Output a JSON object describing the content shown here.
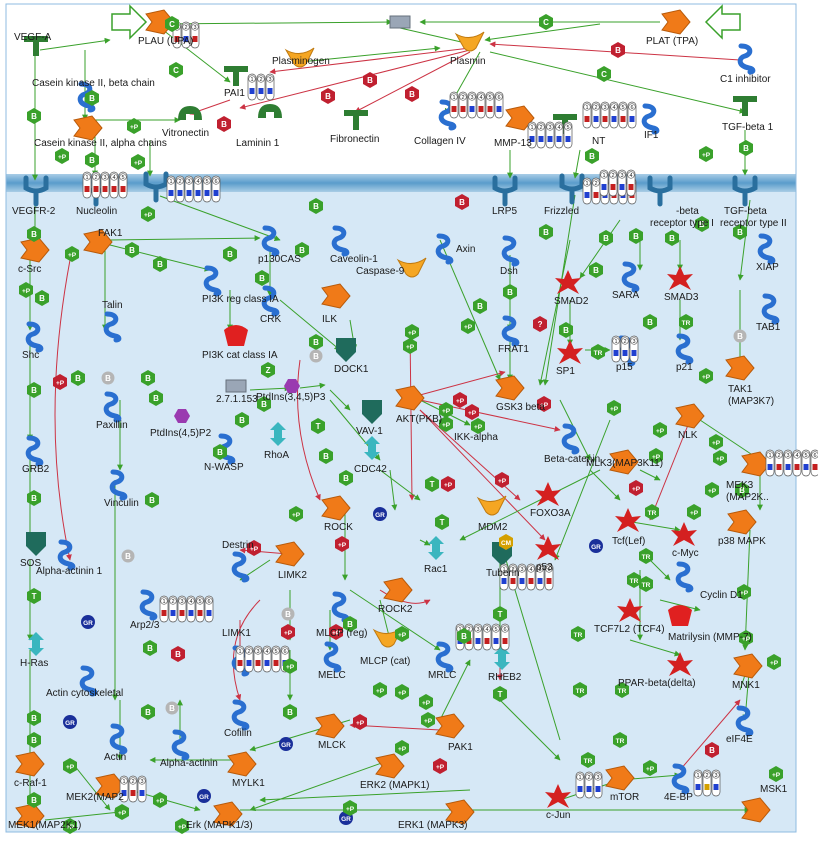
{
  "labels": {
    "plau": "PLAU (UPA)",
    "plat": "PLAT (TPA)",
    "plasmin": "Plasmin",
    "vegfa": "VEGF-A",
    "ck2_beta": "Casein kinase II, beta chain",
    "ck2_alpha": "Casein kinase II, alpha chains",
    "pai1": "PAI1",
    "plasminogen": "Plasminogen",
    "c1inh": "C1 inhibitor",
    "vitronectin": "Vitronectin",
    "laminin": "Laminin 1",
    "fibronectin": "Fibronectin",
    "collagen": "Collagen IV",
    "mmp13": "MMP-13",
    "wnt": "NT",
    "if1": "IF1",
    "tgfb1": "TGF-beta 1",
    "vegfr2": "VEGFR-2",
    "nucleolin": "Nucleolin",
    "lrp5": "LRP5",
    "frizzled": "Frizzled",
    "tgfbr1a": "-beta",
    "tgfbr1b": "receptor type I",
    "tgfbr2a": "TGF-beta",
    "tgfbr2b": "receptor type II",
    "fak1": "FAK1",
    "csrc": "c-Src",
    "p130cas": "p130CAS",
    "caveolin": "Caveolin-1",
    "pi3kreg": "PI3K reg class IA",
    "crk": "CRK",
    "ilk": "ILK",
    "pi3kcat": "PI3K cat class IA",
    "caspase9": "Caspase-9",
    "axin": "Axin",
    "dsh": "Dsh",
    "frat1": "FRAT1",
    "smad2": "SMAD2",
    "sara": "SARA",
    "smad3": "SMAD3",
    "xiap": "XIAP",
    "tab1": "TAB1",
    "sp1": "SP1",
    "p15": "p15",
    "p21": "p21",
    "tak1a": "TAK1",
    "tak1b": "(MAP3K7)",
    "shc": "Shc",
    "talin": "Talin",
    "dock1": "DOCK1",
    "ec2711153": "2.7.1.153",
    "pip3": "PtdIns(3,4,5)P3",
    "akt": "AKT(PKB)",
    "gsk3b": "GSK3 beta",
    "paxillin": "Paxillin",
    "pip2": "PtdIns(4,5)P2",
    "vav1": "VAV-1",
    "ikka": "IKK-alpha",
    "rhoa": "RhoA",
    "nlk": "NLK",
    "mlk3": "MLK3(MAP3K11)",
    "betacat": "Beta-catenin",
    "grb2": "GRB2",
    "nwasp": "N-WASP",
    "cdc42": "CDC42",
    "mek3a": "MEK3",
    "mek3b": "(MAP2K..",
    "vinculin": "Vinculin",
    "mdm2": "MDM2",
    "foxo3a": "FOXO3A",
    "p38": "p38 MAPK",
    "rock": "ROCK",
    "destrin": "Destrin",
    "limk2": "LIMK2",
    "sos": "SOS",
    "alphaact1": "Alpha-actinin 1",
    "tcflef": "Tcf(Lef)",
    "cmyc": "c-Myc",
    "rac1": "Rac1",
    "p53": "p53",
    "tuberin": "Tuberin",
    "arp23": "Arp2/3",
    "rock2": "ROCK2",
    "mlcpreg": "MLCP (reg)",
    "cyclind1": "Cyclin D1",
    "tcf7l2": "TCF7L2 (TCF4)",
    "matrilysin": "Matrilysin (MMP-7)",
    "hras": "H-Ras",
    "mlcpcat": "MLCP (cat)",
    "melc": "MELC",
    "mrlc": "MRLC",
    "rheb2": "RHEB2",
    "limk1": "LIMK1",
    "ppar": "PPAR-beta(delta)",
    "mnk1": "MNK1",
    "actincyto": "Actin cytoskeletal",
    "cofilin": "Cofilin",
    "pak1": "PAK1",
    "mlck": "MLCK",
    "eif4e": "eIF4E",
    "craf1": "c-Raf-1",
    "actin": "Actin",
    "alphaact": "Alpha-actinin",
    "mylk1": "MYLK1",
    "erk2": "ERK2 (MAPK1)",
    "mek2": "MEK2(MAP2",
    "cjun": "c-Jun",
    "mtor": "mTOR",
    "ebp4": "4E-BP",
    "msk1": "MSK1",
    "mek1": "MEK1(MAP2K1)",
    "erk": "Erk (MAPK1/3)",
    "erk1": "ERK1 (MAPK3)"
  },
  "badge_text": {
    "binding": "B",
    "phos": "+P",
    "cleave": "C",
    "transcr": "TR",
    "unknown": "?",
    "tech": "T",
    "gr": "GR",
    "z": "Z",
    "cm": "CM"
  },
  "colors": {
    "extracellular": "#ffffff",
    "membrane": "#6fa9cf",
    "cytoplasm": "#d6e8f6",
    "activation": "#3aa12b",
    "inhibition": "#cc3344",
    "kinase": "#f07a18",
    "receptor": "#2a6f9e",
    "protein": "#2a6fd0",
    "tf": "#d42020",
    "ligand": "#2e7d32",
    "rhogtp": "#3ab6bf",
    "gef": "#1f6b5c"
  }
}
